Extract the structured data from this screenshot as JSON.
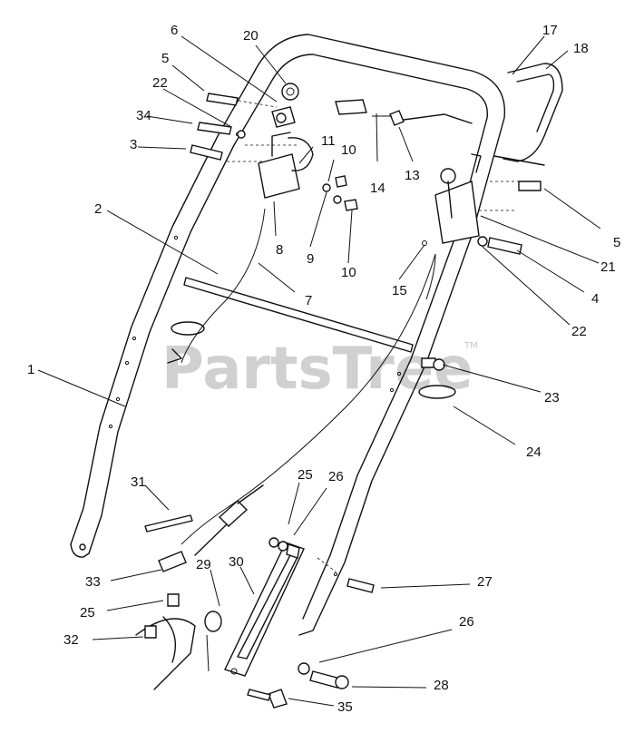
{
  "watermark": {
    "text": "PartsTree",
    "tm": "TM"
  },
  "callouts": [
    "1",
    "2",
    "3",
    "4",
    "5",
    "5",
    "6",
    "7",
    "8",
    "9",
    "10",
    "10",
    "11",
    "13",
    "14",
    "15",
    "17",
    "18",
    "20",
    "21",
    "22",
    "22",
    "23",
    "24",
    "25",
    "25",
    "26",
    "26",
    "27",
    "28",
    "29",
    "30",
    "31",
    "32",
    "33",
    "34",
    "35"
  ]
}
